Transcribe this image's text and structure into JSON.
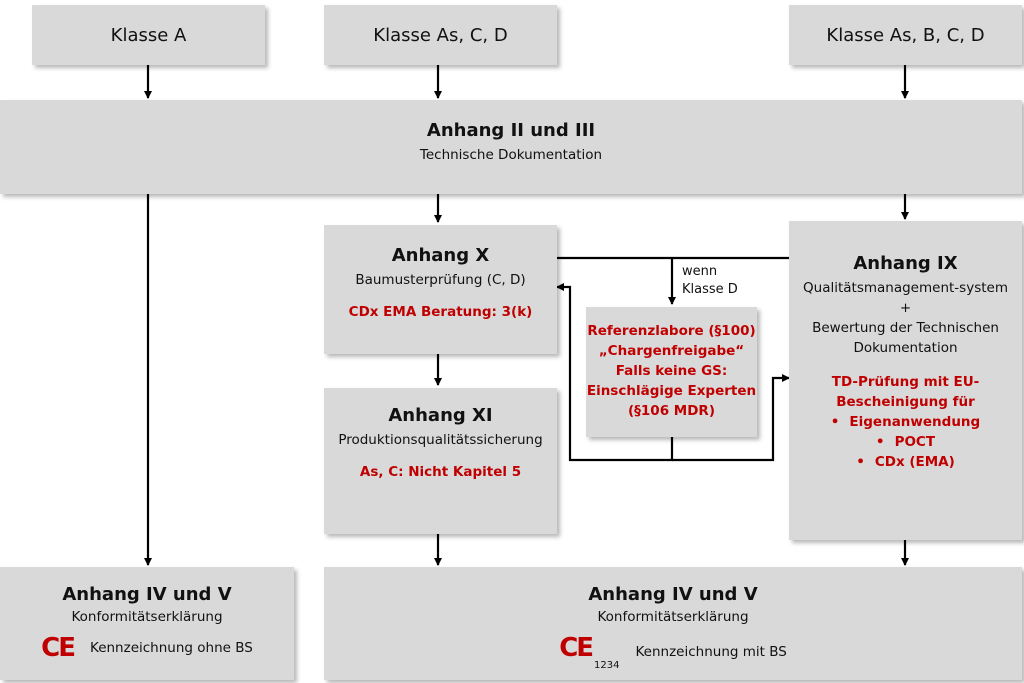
{
  "classes": {
    "a": "Klasse A",
    "as_c_d": "Klasse As, C, D",
    "as_b_c_d": "Klasse As, B, C, D"
  },
  "anhang_2_3": {
    "title": "Anhang II und III",
    "subtitle": "Technische Dokumentation"
  },
  "anhang_x": {
    "title": "Anhang X",
    "subtitle": "Baumusterprüfung (C, D)",
    "note": "CDx EMA Beratung: 3(k)"
  },
  "anhang_xi": {
    "title": "Anhang XI",
    "subtitle": "Produktionsqualitätssicherung",
    "note": "As, C: Nicht Kapitel 5"
  },
  "anhang_ix": {
    "title": "Anhang IX",
    "line1": "Qualitätsmanagement-system",
    "plus": "+",
    "line2": "Bewertung der Technischen",
    "line3": "Dokumentation",
    "note1": "TD-Prüfung mit EU-",
    "note2": "Bescheinigung für",
    "bullets": [
      "Eigenanwendung",
      "POCT",
      "CDx (EMA)"
    ]
  },
  "reference": {
    "l1": "Referenzlabore (§100)",
    "l2": "„Chargenfreigabe“",
    "l3": "Falls keine GS:",
    "l4": "Einschlägige Experten",
    "l5": "(§106 MDR)"
  },
  "wenn": {
    "l1": "wenn",
    "l2": "Klasse D"
  },
  "bottom_left": {
    "title": "Anhang IV und V",
    "subtitle": "Konformitätserklärung",
    "ce": "CE",
    "label": "Kennzeichnung ohne BS"
  },
  "bottom_right": {
    "title": "Anhang IV und V",
    "subtitle": "Konformitätserklärung",
    "ce": "CE",
    "ce_number": "1234",
    "label": "Kennzeichnung mit BS"
  },
  "colors": {
    "box": "#d9d9d9",
    "accent_red": "#c00000",
    "line": "#000000"
  }
}
